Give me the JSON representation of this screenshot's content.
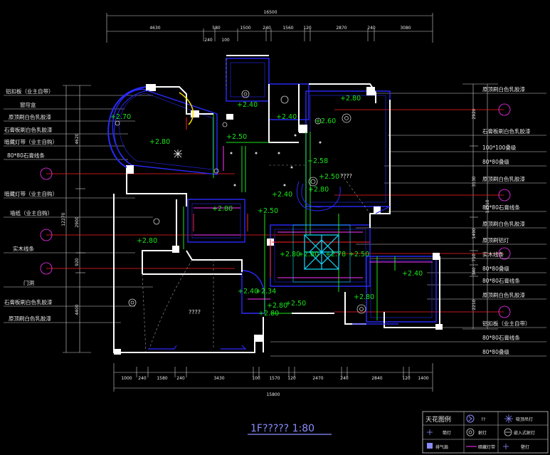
{
  "drawing": {
    "title": "1F????? 1:80",
    "colors": {
      "background": "#000000",
      "wall": "#ffffff",
      "ceiling_blue": "#2a2aff",
      "cyan": "#14dcff",
      "green": "#19e619",
      "red_axis": "#ff2020",
      "magenta": "#ff33ff",
      "dimension": "#cfcfcf"
    }
  },
  "dimensions": {
    "top_total": "16500",
    "top_segments": [
      "4630",
      "580",
      "1500",
      "240",
      "1560",
      "120",
      "2870",
      "240",
      "3080"
    ],
    "top_sub": [
      "240",
      "100"
    ],
    "bottom_total": "15800",
    "bottom_segments": [
      "1000",
      "240",
      "1580",
      "240",
      "3430",
      "100",
      "1570",
      "120",
      "2470",
      "240",
      "2840",
      "120",
      "1400"
    ],
    "left_total": "12270",
    "left_segments": [
      "4620",
      "2900",
      "920",
      "4400"
    ],
    "right_total": "13310",
    "right_segments": [
      "2920",
      "3130",
      "1490",
      "710",
      "340",
      "2210"
    ]
  },
  "left_labels": [
    "铝扣板（业主自带）",
    "窗帘盒",
    "原顶刷白色乳胶漆",
    "石膏板刷白色乳胶漆",
    "暗藏灯带（业主自购）",
    "80*80石膏线条",
    "暗藏灯带（业主自购）",
    "墙纸（业主自购）",
    "实木线条",
    "门洞",
    "石膏板刷白色乳胶漆",
    "原顶刷白色乳胶漆"
  ],
  "right_labels": [
    "原顶刷白色乳胶漆",
    "石膏板刷白色乳胶漆",
    "100*100叠级",
    "80*80叠级",
    "原顶刷白色乳胶漆",
    "80*80石膏线条",
    "原顶刷白色乳胶漆",
    "原顶刷铝灯",
    "实木线条",
    "80*80叠级",
    "80*80石膏线条",
    "原顶刷白色乳胶漆",
    "铝扣板（业主自带）",
    "80*80石膏线条",
    "80*80叠级"
  ],
  "elevations": [
    "+2.70",
    "+2.80",
    "+2.40",
    "+2.40",
    "+2.50",
    "+2.80",
    "+2.60",
    "+2.58",
    "+2.50",
    "+2.80",
    "+2.40",
    "+2.80",
    "+2.50",
    "+2.80",
    "+2.80",
    "+2.80",
    "+2.78",
    "+2.50",
    "+2.40",
    "+2.80",
    "+2.40",
    "+2.34",
    "+2.80",
    "+2.50",
    "+2.80"
  ],
  "unknown_marks": [
    "????",
    "????"
  ],
  "legend": {
    "heading": "天花图例",
    "items": [
      {
        "label": "??",
        "icon": "ceiling-light-icon"
      },
      {
        "label": "吸顶吊灯",
        "icon": "pendant-light-icon"
      },
      {
        "label": "筒灯",
        "icon": "downlight-icon"
      },
      {
        "label": "射灯",
        "icon": "spotlight-icon"
      },
      {
        "label": "嵌入式射灯",
        "icon": "recessed-spot-icon"
      },
      {
        "label": "排气扇",
        "icon": "exhaust-fan-icon"
      },
      {
        "label": "暗藏灯带",
        "icon": "hidden-light-strip-icon"
      },
      {
        "label": "壁灯",
        "icon": "wall-lamp-icon"
      }
    ]
  }
}
